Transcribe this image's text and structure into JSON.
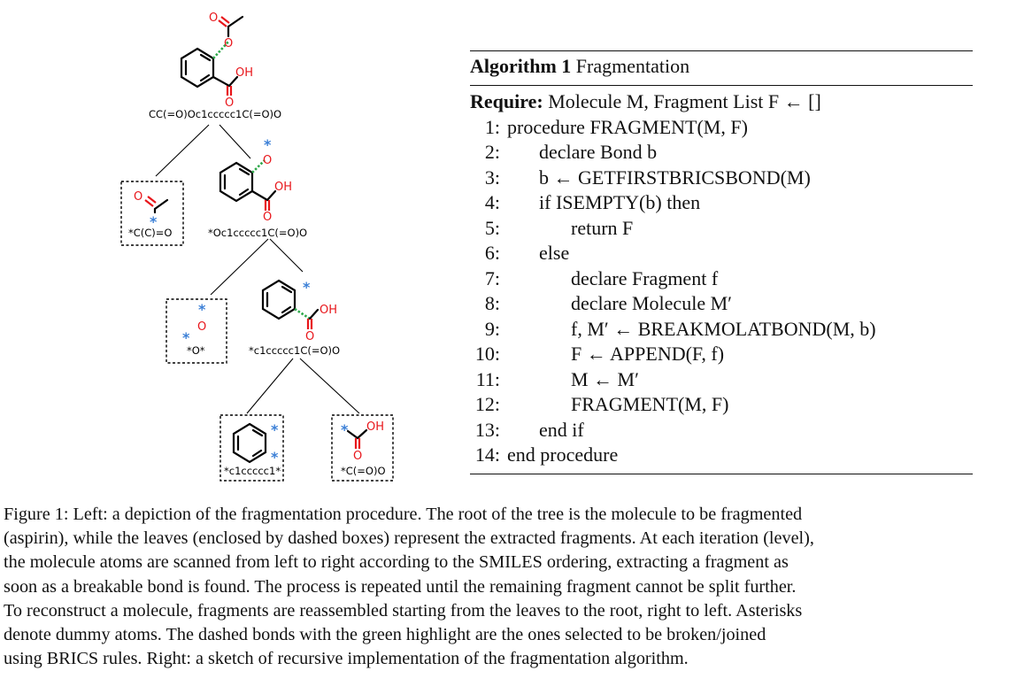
{
  "figure": {
    "smiles": {
      "root": "CC(=O)Oc1ccccc1C(=O)O",
      "frag1": "*C(C)=O",
      "level1": "*Oc1ccccc1C(=O)O",
      "frag2": "*O*",
      "level2": "*c1ccccc1C(=O)O",
      "frag3": "*c1ccccc1*",
      "frag4": "*C(=O)O"
    },
    "atoms": {
      "o": "O",
      "oh": "OH",
      "dummy": "*"
    },
    "colors": {
      "oxygen": "#e8161b",
      "dummy": "#3b7fd6",
      "broken_bond": "#2ea84a"
    }
  },
  "algorithm": {
    "title_label": "Algorithm 1",
    "title_name": "Fragmentation",
    "require_label": "Require:",
    "require_text": "Molecule M, Fragment List F ← []",
    "lines": [
      {
        "n": "1:",
        "text": "procedure FRAGMENT(M, F)"
      },
      {
        "n": "2:",
        "text": "declare Bond b"
      },
      {
        "n": "3:",
        "text": "b ← GETFIRSTBRICSBOND(M)"
      },
      {
        "n": "4:",
        "text": "if ISEMPTY(b) then"
      },
      {
        "n": "5:",
        "text": "return F"
      },
      {
        "n": "6:",
        "text": "else"
      },
      {
        "n": "7:",
        "text": "declare Fragment f"
      },
      {
        "n": "8:",
        "text": "declare Molecule M′"
      },
      {
        "n": "9:",
        "text": "f, M′ ← BREAKMOLATBOND(M, b)"
      },
      {
        "n": "10:",
        "text": "F ← APPEND(F, f)"
      },
      {
        "n": "11:",
        "text": "M ← M′"
      },
      {
        "n": "12:",
        "text": "FRAGMENT(M, F)"
      },
      {
        "n": "13:",
        "text": "end if"
      },
      {
        "n": "14:",
        "text": "end procedure"
      }
    ]
  },
  "caption": {
    "lines": [
      "Figure 1: Left: a depiction of the fragmentation procedure. The root of the tree is the molecule to be fragmented",
      "(aspirin), while the leaves (enclosed by dashed boxes) represent the extracted fragments. At each iteration (level),",
      "the molecule atoms are scanned from left to right according to the SMILES ordering, extracting a fragment as",
      "soon as a breakable bond is found. The process is repeated until the remaining fragment cannot be split further.",
      "To reconstruct a molecule, fragments are reassembled starting from the leaves to the root, right to left. Asterisks",
      "denote dummy atoms. The dashed bonds with the green highlight are the ones selected to be broken/joined",
      "using BRICS rules. Right: a sketch of recursive implementation of the fragmentation algorithm."
    ]
  }
}
